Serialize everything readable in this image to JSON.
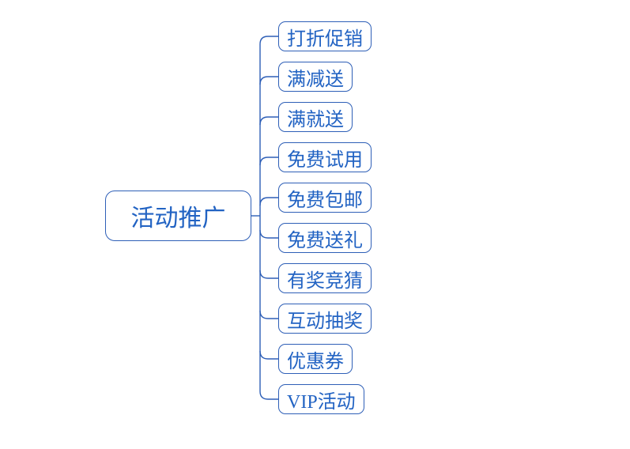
{
  "diagram": {
    "type": "mindmap",
    "root": {
      "label": "活动推广"
    },
    "children": [
      {
        "label": "打折促销"
      },
      {
        "label": "满减送"
      },
      {
        "label": "满就送"
      },
      {
        "label": "免费试用"
      },
      {
        "label": "免费包邮"
      },
      {
        "label": "免费送礼"
      },
      {
        "label": "有奖竞猜"
      },
      {
        "label": "互动抽奖"
      },
      {
        "label": "优惠券"
      },
      {
        "label": "VIP活动"
      }
    ],
    "colors": {
      "line": "#2e5fb7",
      "text": "#2263c3",
      "background": "#ffffff"
    }
  }
}
